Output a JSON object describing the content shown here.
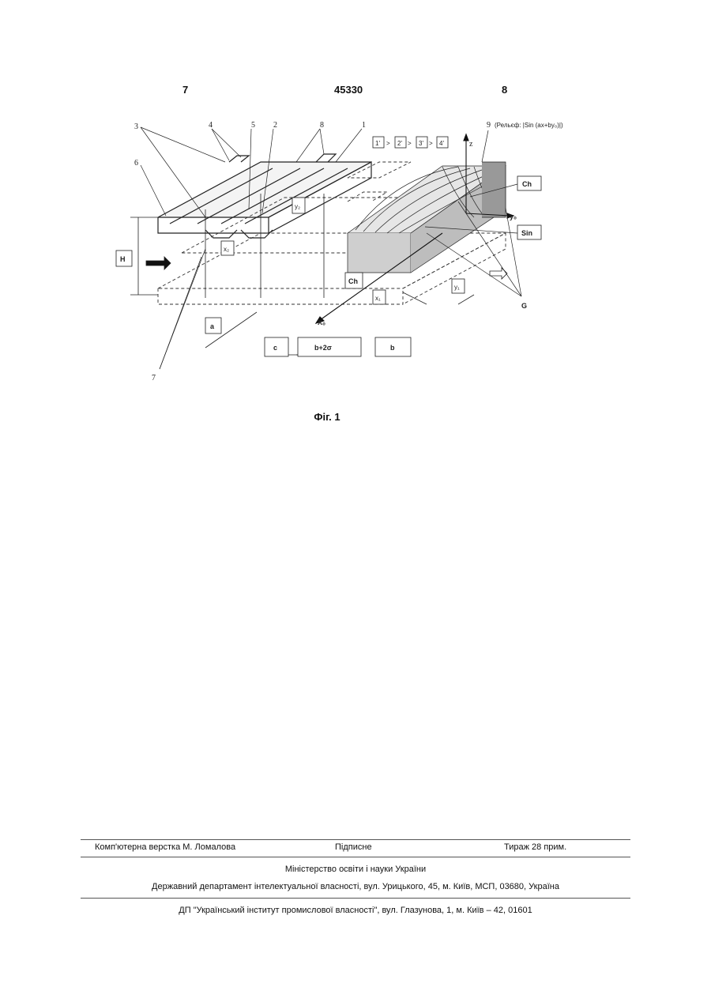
{
  "header": {
    "left_page": "7",
    "patent_number": "45330",
    "right_page": "8"
  },
  "figure": {
    "caption": "Фіг. 1",
    "callouts": [
      "3",
      "4",
      "5",
      "2",
      "8",
      "1",
      "6",
      "7",
      "9"
    ],
    "relief_formula": "(Рельєф: |Sin (ax+by₀)|)",
    "order_labels": [
      "1'",
      "2'",
      "3'",
      "4'"
    ],
    "order_sign": ">",
    "axis_z": "z",
    "axis_y": "y₀",
    "axis_x": "X₀",
    "dim_H": "H",
    "dim_a": "a",
    "dim_c": "c",
    "dim_b2s": "b+2σ",
    "dim_b": "b",
    "tag_ch": "Ch",
    "tag_sin": "Sin",
    "tag_G": "G",
    "tag_y1": "y₁",
    "tag_y2": "y₂",
    "tag_x1": "x₁",
    "tag_x2": "x₂"
  },
  "imprint": {
    "layout": "Комп'ютерна верстка М. Ломалова",
    "signed": "Підписне",
    "print_run": "Тираж 28 прим.",
    "ministry": "Міністерство освіти і науки України",
    "department": "Державний департамент інтелектуальної власності, вул. Урицького, 45, м. Київ, МСП, 03680, Україна",
    "institute": "ДП \"Український інститут промислової власності\", вул. Глазунова, 1, м. Київ – 42, 01601"
  }
}
